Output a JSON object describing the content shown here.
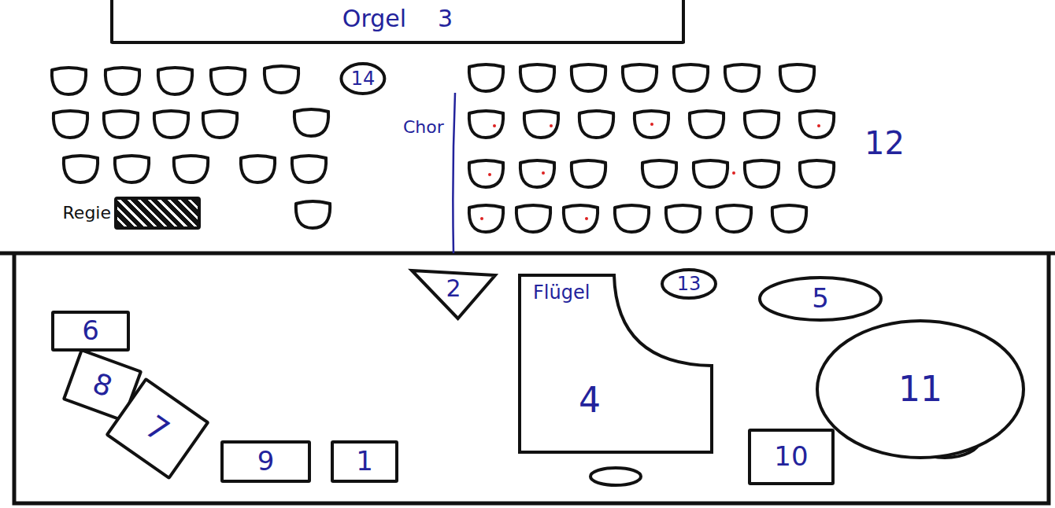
{
  "diagram": {
    "nodes": [
      {
        "text": [
          "Orgel",
          "3"
        ]
      },
      {
        "text": [
          "14"
        ]
      },
      {
        "text": [
          "Regie"
        ]
      },
      {
        "text": [
          "2"
        ]
      },
      {
        "text": [
          "Flügel",
          "4"
        ]
      },
      {
        "text": [
          "13"
        ]
      },
      {
        "text": [
          "5"
        ]
      },
      {
        "text": [
          "6"
        ]
      },
      {
        "text": [
          "11"
        ]
      },
      {
        "text": [
          "8"
        ]
      },
      {
        "text": [
          "7"
        ]
      },
      {
        "text": [
          "10"
        ]
      },
      {
        "text": [
          "9"
        ]
      },
      {
        "text": [
          "1"
        ]
      }
    ],
    "labels": [
      "Chor",
      "12"
    ]
  }
}
